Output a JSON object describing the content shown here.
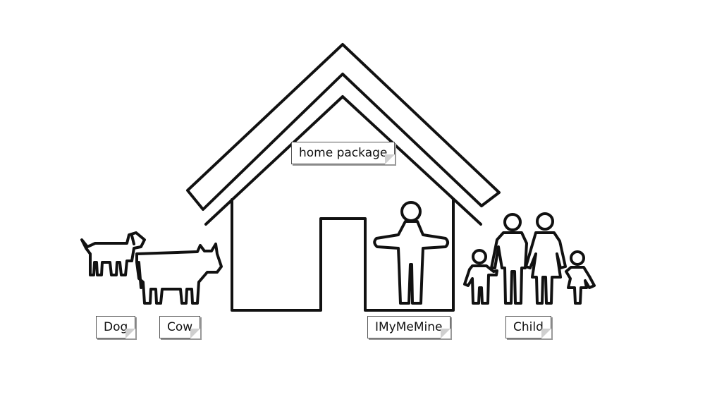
{
  "labels": {
    "package": "home package",
    "dog": "Dog",
    "cow": "Cow",
    "person": "IMyMeMine",
    "family": "Child"
  },
  "colors": {
    "stroke": "#111111",
    "background": "#ffffff",
    "tag_border": "#555555"
  }
}
